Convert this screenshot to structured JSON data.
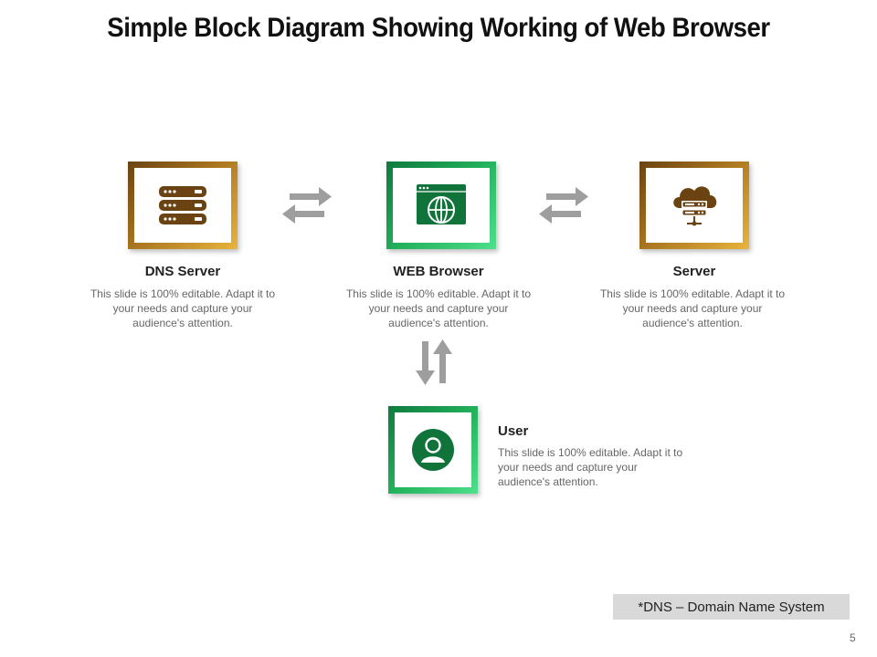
{
  "title": "Simple Block Diagram Showing Working of Web Browser",
  "nodes": {
    "dns": {
      "label": "DNS Server",
      "desc": "This slide is 100% editable. Adapt it to your needs and capture your audience's attention.",
      "icon": "server-rack-icon"
    },
    "browser": {
      "label": "WEB Browser",
      "desc": "This slide is 100% editable. Adapt it to your needs and capture your audience's attention.",
      "icon": "browser-globe-icon"
    },
    "server": {
      "label": "Server",
      "desc": "This slide is 100% editable. Adapt it to your needs and capture your audience's attention.",
      "icon": "cloud-server-icon"
    },
    "user": {
      "label": "User",
      "desc": "This slide is 100% editable. Adapt it to your needs and capture your audience's attention.",
      "icon": "user-icon"
    }
  },
  "footnote": "*DNS – Domain Name System",
  "page_number": "5",
  "colors": {
    "gold_dark": "#6b4312",
    "gold_light": "#e8b43c",
    "green_dark": "#0f7a3e",
    "green_light": "#4ee08c",
    "arrow": "#9e9e9e"
  }
}
